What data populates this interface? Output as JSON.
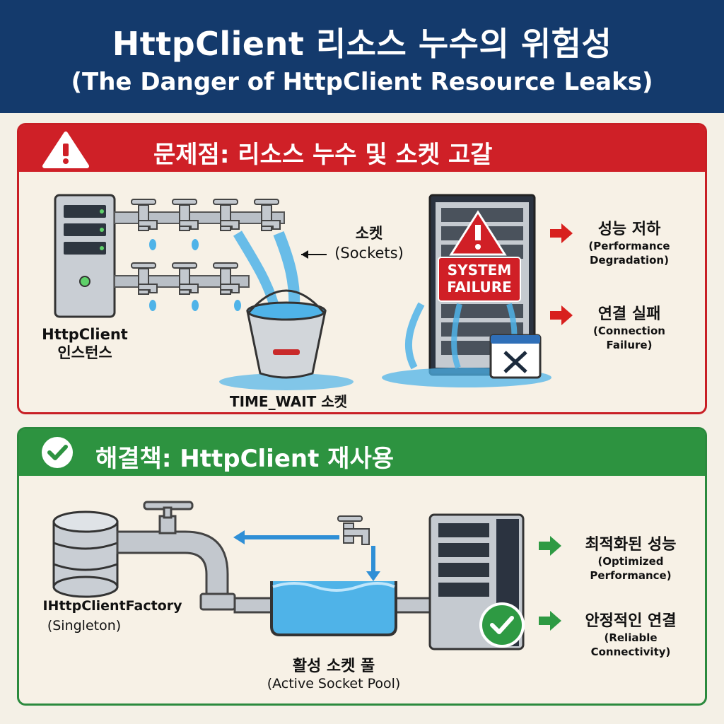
{
  "header": {
    "title_ko": "HttpClient 리소스 누수의 위험성",
    "title_en": "(The Danger of HttpClient Resource Leaks)"
  },
  "problem": {
    "title": "문제점: 리소스 누수 및 소켓 고갈",
    "instance_label_1": "HttpClient",
    "instance_label_2": "인스턴스",
    "sockets_ko": "소켓",
    "sockets_en": "(Sockets)",
    "timewait_label": "TIME_WAIT 소켓",
    "system_failure_1": "SYSTEM",
    "system_failure_2": "FAILURE",
    "effects": [
      {
        "ko": "성능 저하",
        "en_1": "(Performance",
        "en_2": "Degradation)"
      },
      {
        "ko": "연결 실패",
        "en_1": "(Connection",
        "en_2": "Failure)"
      }
    ]
  },
  "solution": {
    "title": "해결책: HttpClient 재사용",
    "factory_label": "IHttpClientFactory",
    "factory_sub": "(Singleton)",
    "pool_ko": "활성 소켓 풀",
    "pool_en": "(Active Socket Pool)",
    "benefits": [
      {
        "ko": "최적화된 성능",
        "en_1": "(Optimized",
        "en_2": "Performance)"
      },
      {
        "ko": "안정적인 연결",
        "en_1": "(Reliable",
        "en_2": "Connectivity)"
      }
    ]
  },
  "colors": {
    "header_bg": "#143a6c",
    "problem_red": "#cf2027",
    "solution_green": "#2d9340",
    "water_blue": "#4fb3e8",
    "arrow_red": "#d8201e",
    "arrow_green": "#2e9a43"
  },
  "icons": [
    "warning-icon",
    "check-circle-icon",
    "server-icon",
    "faucet-icon",
    "bucket-icon",
    "database-icon",
    "pipe-icon",
    "error-window-icon",
    "arrow-right-icon"
  ]
}
